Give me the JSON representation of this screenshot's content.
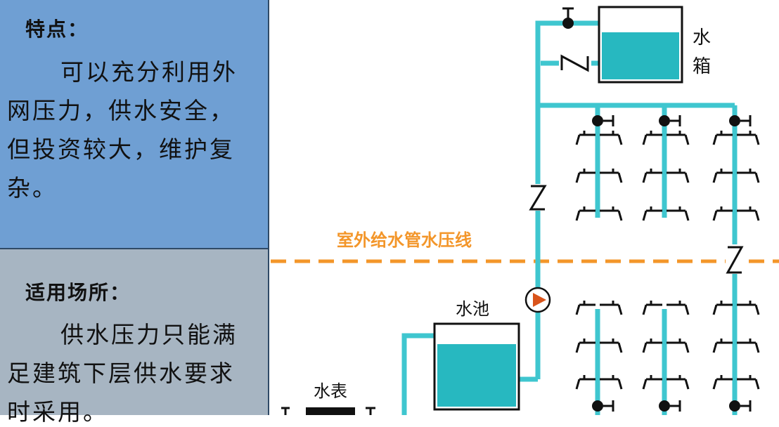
{
  "left_panel": {
    "features": {
      "heading": "特点：",
      "lines": [
        "可以充分利用外",
        "网压力，供水安全，",
        "但投资较大，维护复",
        "杂。"
      ]
    },
    "applicability": {
      "heading": "适用场所：",
      "lines": [
        "供水压力只能满",
        "足建筑下层供水要求",
        "时采用。"
      ]
    }
  },
  "diagram": {
    "labels": {
      "water_tank": [
        "水",
        "箱"
      ],
      "pressure_line": "室外给水管水压线",
      "pool": "水池",
      "meter": "水表"
    },
    "colors": {
      "pipe": "#3fc6cf",
      "water": "#27b8c0",
      "pressure_line": "#f3962a",
      "pump": "#d9541b"
    }
  }
}
